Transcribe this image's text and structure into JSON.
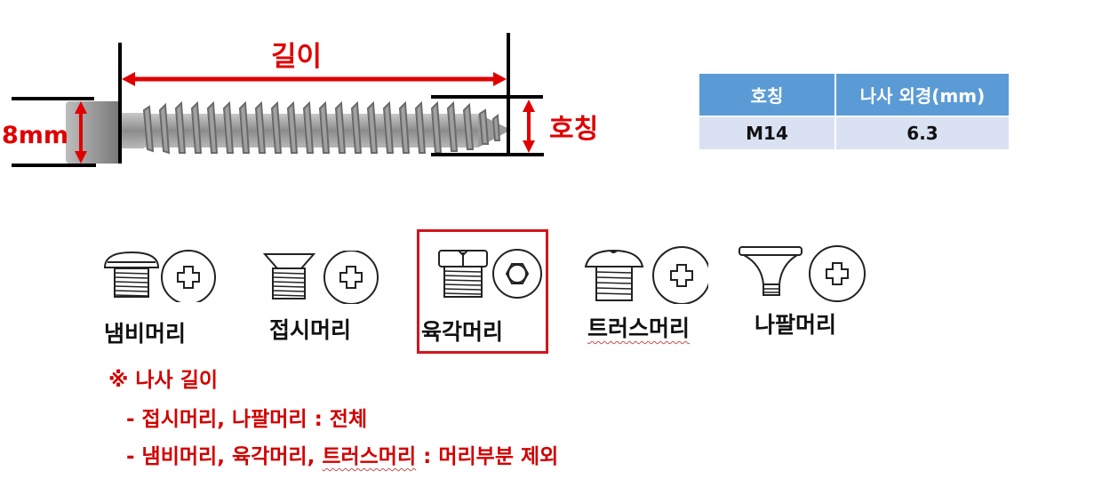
{
  "screw_diagram": {
    "length_label": "길이",
    "head_height_label": "8mm",
    "nominal_label": "호칭",
    "colors": {
      "annotation": "#e00000",
      "guide_line": "#000000"
    }
  },
  "spec_table": {
    "headers": [
      "호칭",
      "나사 외경(mm)"
    ],
    "rows": [
      [
        "M14",
        "6.3"
      ]
    ],
    "colors": {
      "header_bg": "#5b9bd5",
      "row_bg": "#d9e1f2"
    }
  },
  "head_types": [
    {
      "label": "냄비머리",
      "icon": "pan-head-screw-icon",
      "drive": "phillips-drive-icon",
      "highlighted": false
    },
    {
      "label": "접시머리",
      "icon": "flat-head-screw-icon",
      "drive": "phillips-drive-icon",
      "highlighted": false
    },
    {
      "label": "육각머리",
      "icon": "hex-head-screw-icon",
      "drive": "hex-drive-icon",
      "highlighted": true
    },
    {
      "label": "트러스머리",
      "icon": "truss-head-screw-icon",
      "drive": "phillips-drive-icon",
      "highlighted": false
    },
    {
      "label": "나팔머리",
      "icon": "bugle-head-screw-icon",
      "drive": "phillips-drive-icon",
      "highlighted": false
    }
  ],
  "highlight_color": "#d0161e",
  "notes": {
    "title": "※ 나사 길이",
    "lines": [
      {
        "prefix": "- 접시머리, 나팔머리 : 전체"
      },
      {
        "prefix": "- 냄비머리, 육각머리, ",
        "squiggle": "트러스머리",
        "suffix": " : 머리부분 제외"
      }
    ]
  }
}
